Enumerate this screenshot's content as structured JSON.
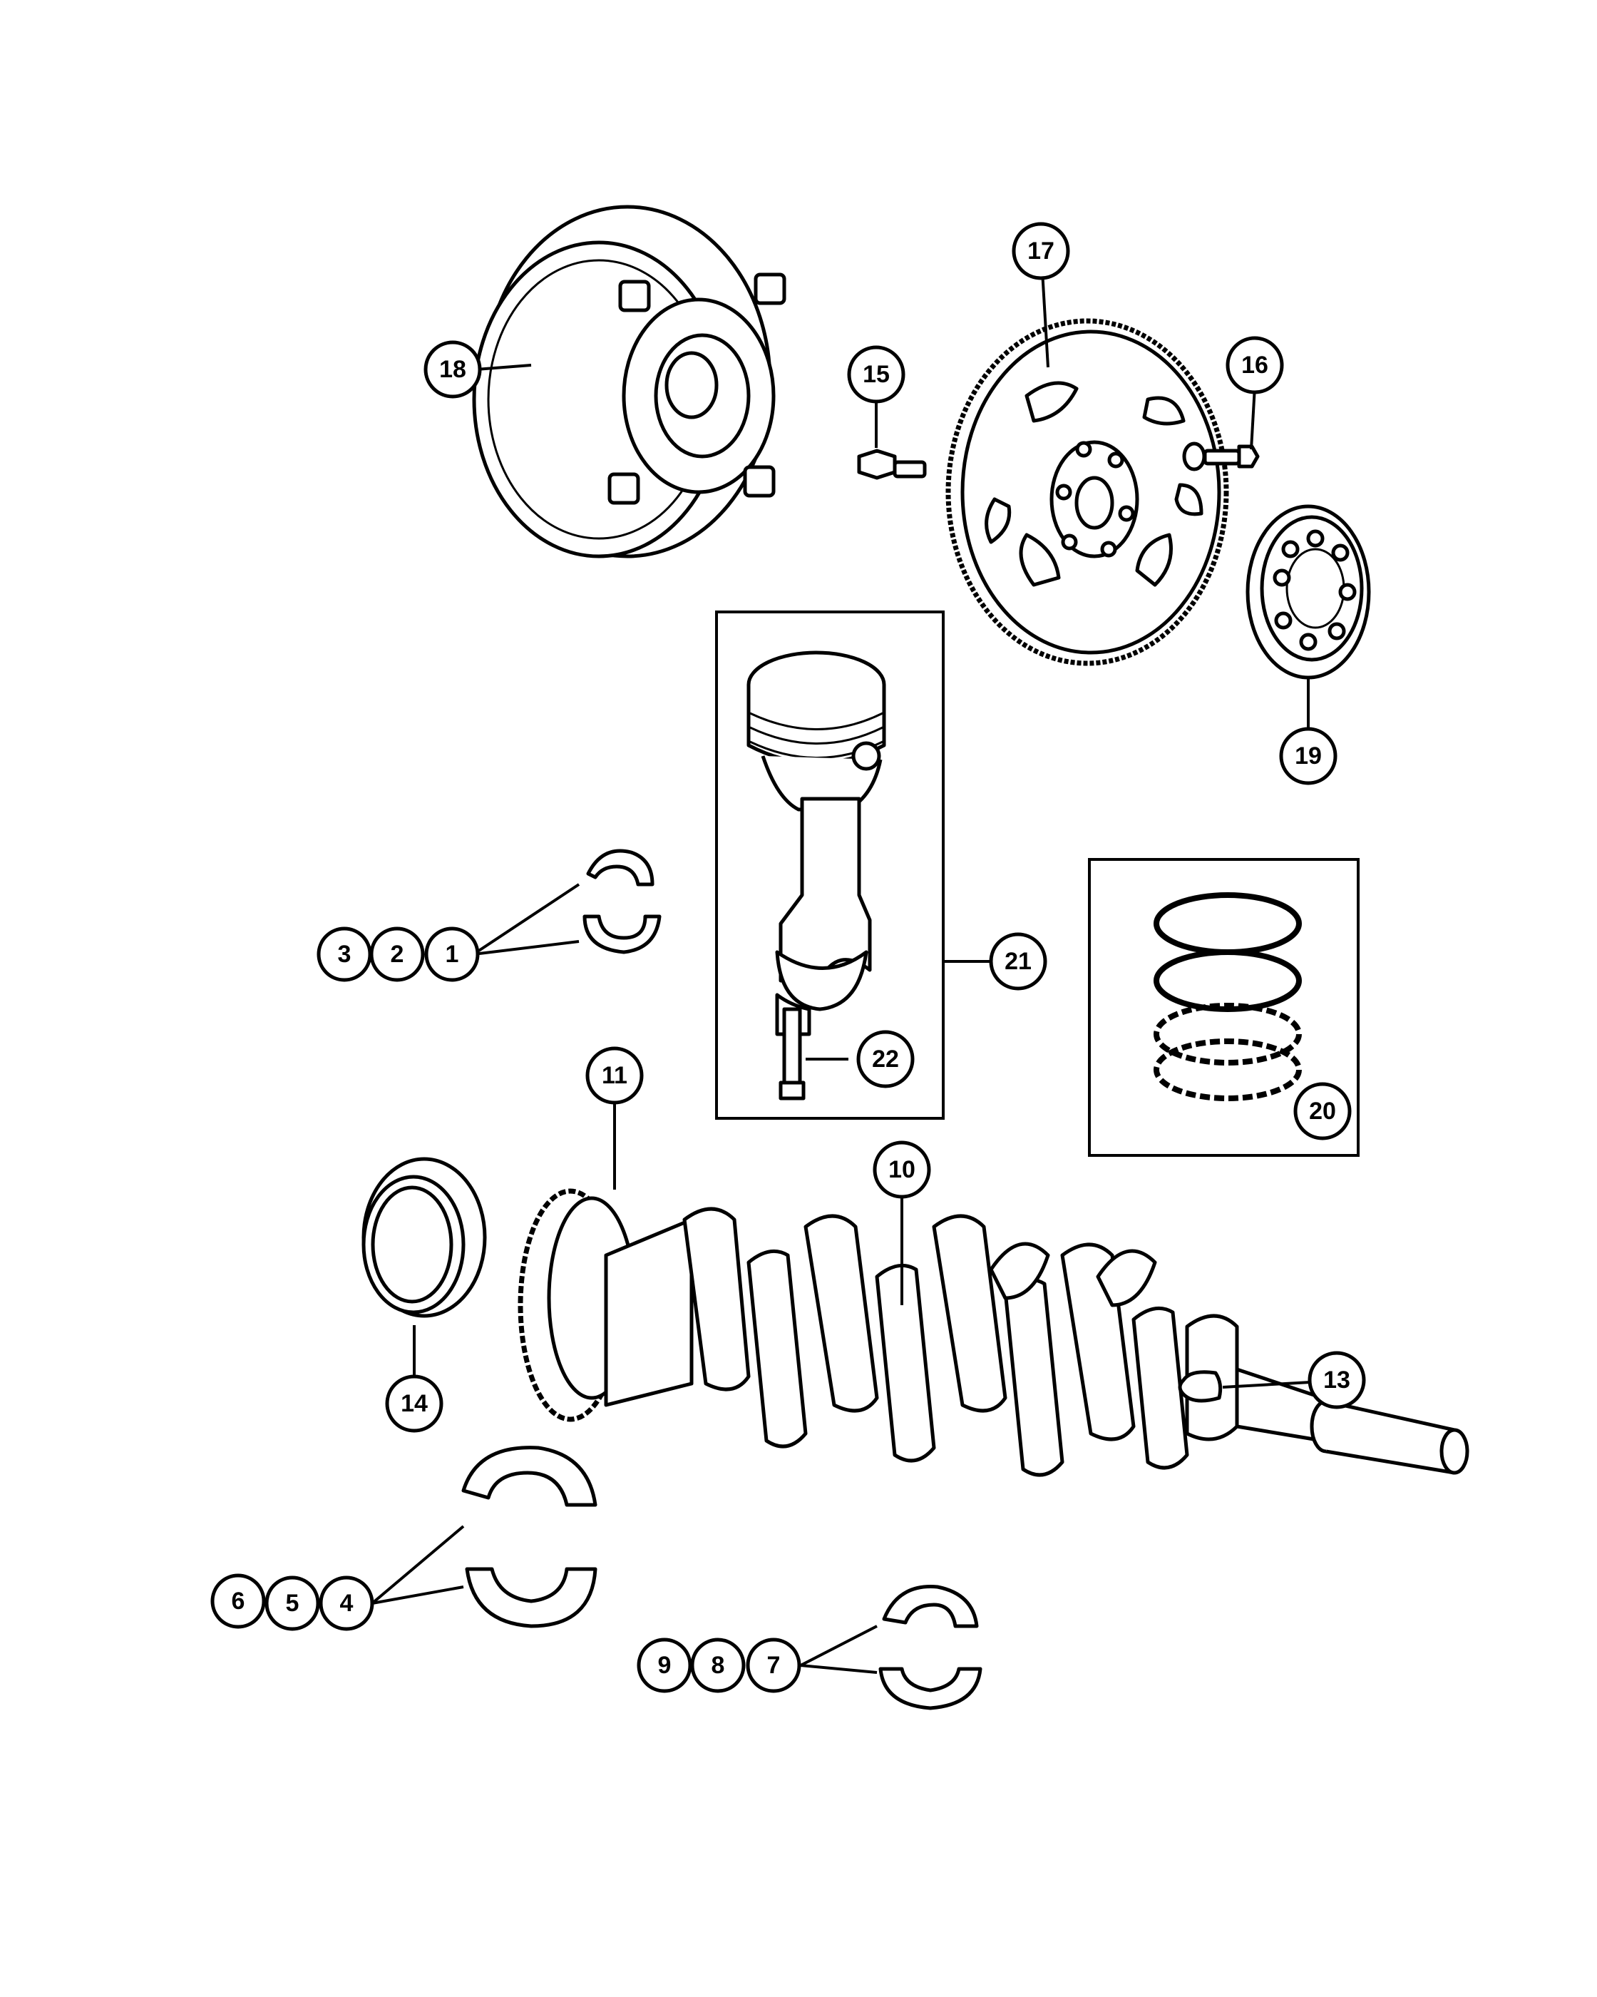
{
  "diagram": {
    "callouts": [
      {
        "id": "c1",
        "label": "1"
      },
      {
        "id": "c2",
        "label": "2"
      },
      {
        "id": "c3",
        "label": "3"
      },
      {
        "id": "c4",
        "label": "4"
      },
      {
        "id": "c5",
        "label": "5"
      },
      {
        "id": "c6",
        "label": "6"
      },
      {
        "id": "c7",
        "label": "7"
      },
      {
        "id": "c8",
        "label": "8"
      },
      {
        "id": "c9",
        "label": "9"
      },
      {
        "id": "c10",
        "label": "10"
      },
      {
        "id": "c11",
        "label": "11"
      },
      {
        "id": "c13",
        "label": "13"
      },
      {
        "id": "c14",
        "label": "14"
      },
      {
        "id": "c15",
        "label": "15"
      },
      {
        "id": "c16",
        "label": "16"
      },
      {
        "id": "c17",
        "label": "17"
      },
      {
        "id": "c18",
        "label": "18"
      },
      {
        "id": "c19",
        "label": "19"
      },
      {
        "id": "c20",
        "label": "20"
      },
      {
        "id": "c21",
        "label": "21"
      },
      {
        "id": "c22",
        "label": "22"
      }
    ]
  }
}
